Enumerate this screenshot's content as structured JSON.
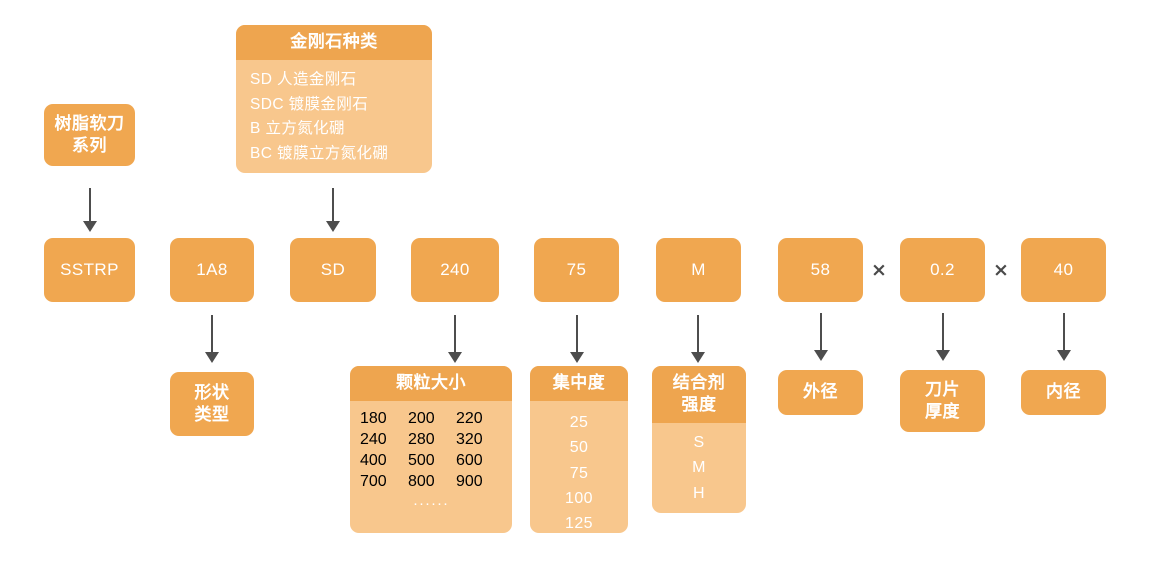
{
  "diagram": {
    "title_series": {
      "line1": "树脂软刀",
      "line2": "系列"
    },
    "diamond_panel": {
      "header": "金刚石种类",
      "items": [
        "SD  人造金刚石",
        "SDC 镀膜金刚石",
        "B   立方氮化硼",
        "BC 镀膜立方氮化硼"
      ]
    },
    "code_row": [
      {
        "name": "series-code",
        "value": "SSTRP"
      },
      {
        "name": "shape-code",
        "value": "1A8"
      },
      {
        "name": "abrasive-code",
        "value": "SD"
      },
      {
        "name": "grit-code",
        "value": "240"
      },
      {
        "name": "concentration-code",
        "value": "75"
      },
      {
        "name": "bond-code",
        "value": "M"
      },
      {
        "name": "outer-diameter-code",
        "value": "58"
      },
      {
        "name": "thickness-code",
        "value": "0.2"
      },
      {
        "name": "inner-diameter-code",
        "value": "40"
      }
    ],
    "multiply_symbol": "×",
    "shape_label": {
      "line1": "形状",
      "line2": "类型"
    },
    "grit_panel": {
      "header": "颗粒大小",
      "values": [
        "180",
        "200",
        "220",
        "240",
        "280",
        "320",
        "400",
        "500",
        "600",
        "700",
        "800",
        "900"
      ],
      "ellipsis": "······"
    },
    "concentration_panel": {
      "header": "集中度",
      "values": [
        "25",
        "50",
        "75",
        "100",
        "125"
      ]
    },
    "bond_panel": {
      "header_line1": "结合剂",
      "header_line2": "强度",
      "values": [
        "S",
        "M",
        "H"
      ]
    },
    "outer_diameter_label": "外径",
    "thickness_label": {
      "line1": "刀片",
      "line2": "厚度"
    },
    "inner_diameter_label": "内径"
  },
  "colors": {
    "solid_orange": "#f0a750",
    "panel_header": "#eea54f",
    "panel_body": "#f8c78d",
    "arrow_gray": "#4d4d4d",
    "background": "#ffffff"
  }
}
